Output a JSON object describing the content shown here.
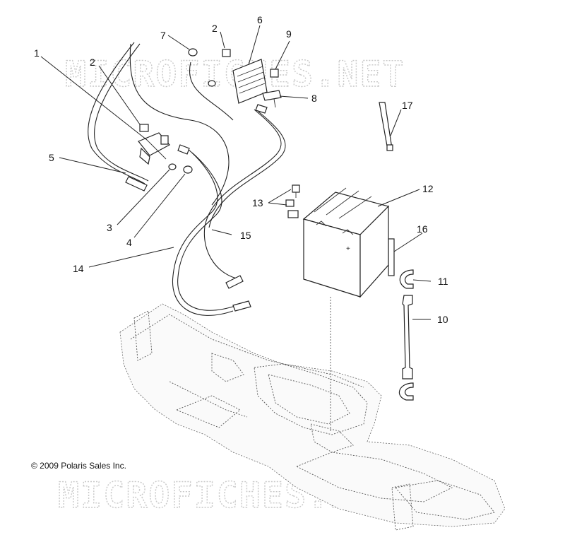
{
  "watermark": "MICROFICHES.NET",
  "copyright": "© 2009 Polaris Sales Inc.",
  "callouts": {
    "c1": "1",
    "c2a": "2",
    "c2b": "2",
    "c3": "3",
    "c4": "4",
    "c5": "5",
    "c6": "6",
    "c7": "7",
    "c8": "8",
    "c9": "9",
    "c10": "10",
    "c11": "11",
    "c12": "12",
    "c13": "13",
    "c14": "14",
    "c15": "15",
    "c16": "16",
    "c17": "17"
  }
}
